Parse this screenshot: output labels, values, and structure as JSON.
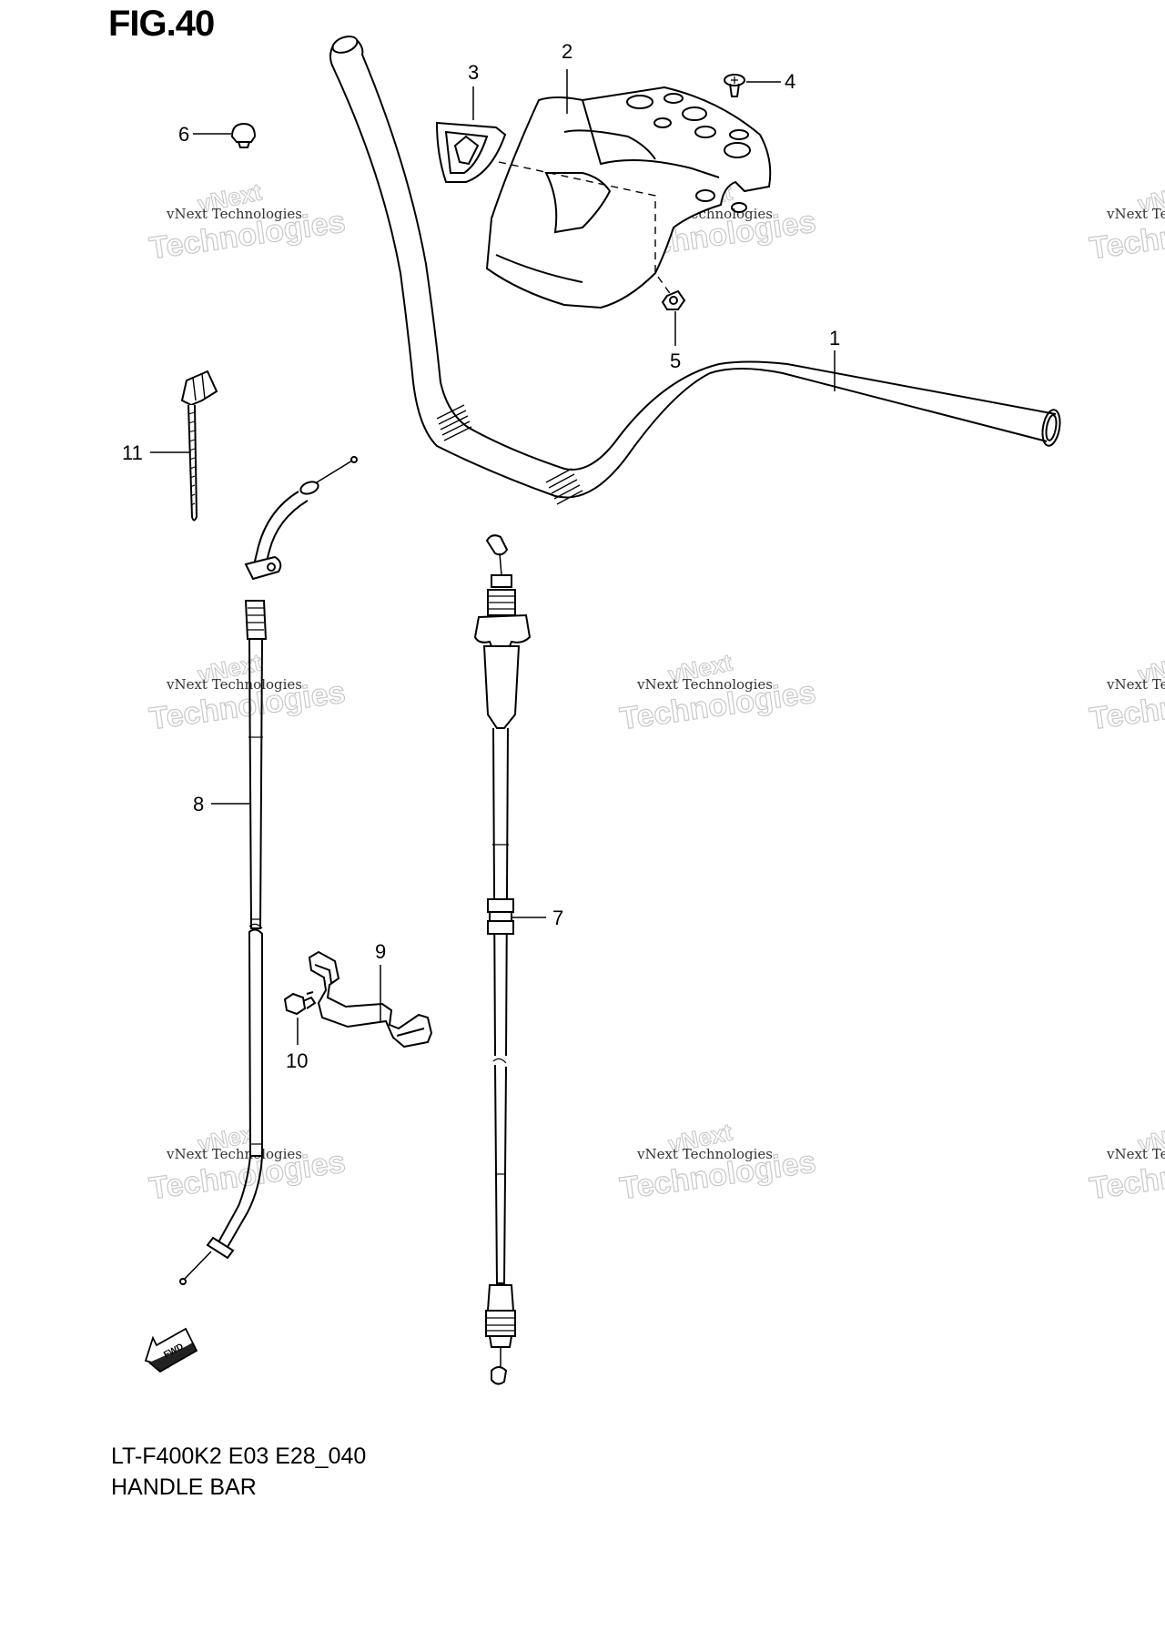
{
  "figure": {
    "title": "FIG.40"
  },
  "caption": {
    "model_code": "LT-F400K2 E03 E28_040",
    "name": "HANDLE BAR"
  },
  "watermark": {
    "line_small": "vNext Technologies",
    "line_big": "Technologies",
    "line_top": "vNext"
  },
  "fwd_label": "FWD",
  "parts": [
    {
      "number": "1",
      "part": "handlebar"
    },
    {
      "number": "2",
      "part": "handlebar-cover"
    },
    {
      "number": "3",
      "part": "emblem"
    },
    {
      "number": "4",
      "part": "screw"
    },
    {
      "number": "5",
      "part": "nut"
    },
    {
      "number": "6",
      "part": "cushion"
    },
    {
      "number": "7",
      "part": "throttle-cable"
    },
    {
      "number": "8",
      "part": "cable"
    },
    {
      "number": "9",
      "part": "cable-guide"
    },
    {
      "number": "10",
      "part": "bolt"
    },
    {
      "number": "11",
      "part": "clamp"
    }
  ],
  "colors": {
    "line": "#000000",
    "watermark": "#c8c8c8",
    "background": "#ffffff"
  }
}
